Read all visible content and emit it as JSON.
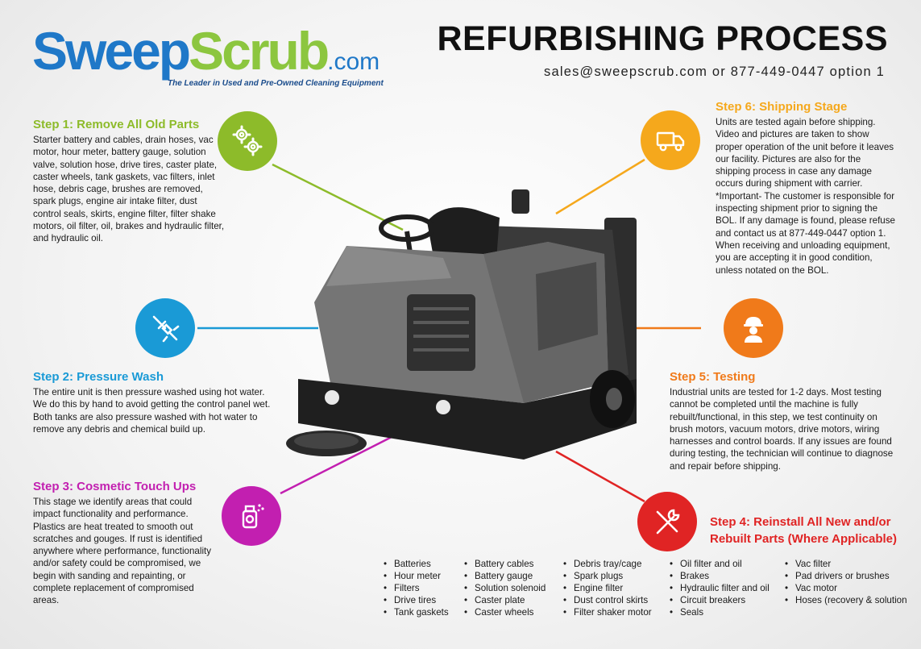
{
  "logo": {
    "word1": "Sweep",
    "word2": "Scrub",
    "suffix": ".com",
    "tagline": "The Leader in Used and Pre-Owned Cleaning Equipment"
  },
  "header": {
    "title": "REFURBISHING PROCESS",
    "contact": "sales@sweepscrub.com or 877-449-0447 option 1"
  },
  "colors": {
    "step1": "#8dbb2a",
    "step2": "#1a9ad6",
    "step3": "#c21fb0",
    "step4": "#e02424",
    "step5": "#f07a1a",
    "step6": "#f5a81c"
  },
  "steps": [
    {
      "title": "Step 1: Remove All Old Parts",
      "icon": "gears-icon",
      "body": "Starter battery and cables, drain hoses, vac motor, hour meter, battery gauge, solution valve, solution hose, drive tires, caster plate, caster wheels, tank gaskets, vac filters, inlet hose, debris cage, brushes are removed, spark plugs, engine air intake filter, dust control seals, skirts, engine filter, filter shake motors, oil filter, oil, brakes and hydraulic filter, and hydraulic oil."
    },
    {
      "title": "Step 2: Pressure Wash",
      "icon": "pressure-washer-icon",
      "body": "The entire unit is then pressure washed using hot water. We do this by hand to avoid getting the control panel wet. Both tanks are also pressure washed with hot water to remove any debris and chemical build up."
    },
    {
      "title": "Step 3: Cosmetic Touch Ups",
      "icon": "spray-bottle-icon",
      "body": "This stage we identify areas that could impact functionality and performance. Plastics are heat treated to smooth out scratches and gouges. If rust is identified anywhere where performance, functionality and/or safety could be compromised, we begin with sanding and repainting, or complete replacement of compromised areas."
    },
    {
      "title_line1": "Step 4: Reinstall All New and/or",
      "title_line2": "Rebuilt Parts (Where Applicable)",
      "icon": "tools-icon"
    },
    {
      "title": "Step 5: Testing",
      "icon": "technician-icon",
      "body": "Industrial units are tested for 1-2 days. Most testing cannot be completed until the machine is fully rebuilt/functional, in this step, we test continuity on brush motors, vacuum motors, drive motors, wiring harnesses and control boards. If any issues are found during testing, the technician will continue to diagnose and repair before shipping."
    },
    {
      "title": "Step 6: Shipping Stage",
      "icon": "truck-icon",
      "body": "Units are tested again before shipping. Video and pictures are taken to show proper operation of the unit before it leaves our facility. Pictures are also for the shipping process in case any damage occurs during shipment with carrier. *Important- The customer is responsible for inspecting shipment prior to signing the BOL. If any damage is found, please refuse and contact us at 877-449-0447 option 1. When receiving and unloading equipment, you are accepting it in good condition, unless notated on the BOL."
    }
  ],
  "parts_columns": [
    [
      "Batteries",
      "Hour meter",
      "Filters",
      "Drive tires",
      "Tank gaskets"
    ],
    [
      "Battery cables",
      "Battery gauge",
      "Solution solenoid",
      "Caster plate",
      "Caster wheels"
    ],
    [
      "Debris tray/cage",
      "Spark plugs",
      "Engine filter",
      "Dust control skirts",
      "Filter shaker motor"
    ],
    [
      "Oil filter and oil",
      "Brakes",
      "Hydraulic filter and oil",
      "Circuit breakers",
      "Seals"
    ],
    [
      "Vac filter",
      "Pad drivers or brushes",
      "Vac motor",
      "Hoses (recovery & solution"
    ]
  ]
}
